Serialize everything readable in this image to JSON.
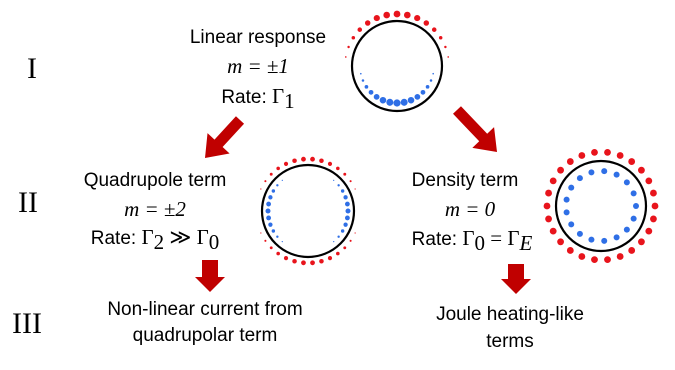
{
  "levels": {
    "I": "I",
    "II": "II",
    "III": "III"
  },
  "linear": {
    "title": "Linear response",
    "mode": "m = ±1",
    "rate_prefix": "Rate: ",
    "rate_symbol": "Γ",
    "rate_sub": "1"
  },
  "quadrupole": {
    "title": "Quadrupole term",
    "mode": "m = ±2",
    "rate_prefix": "Rate: ",
    "rate_a": "Γ",
    "rate_a_sub": "2",
    "rate_rel": " ≫ ",
    "rate_b": "Γ",
    "rate_b_sub": "0"
  },
  "density": {
    "title": "Density term",
    "mode": "m = 0",
    "rate_prefix": "Rate: ",
    "rate_a": "Γ",
    "rate_a_sub": "0",
    "rate_rel": " = ",
    "rate_b": "Γ",
    "rate_b_sub": "E"
  },
  "outcome_left": {
    "line1": "Non-linear current from",
    "line2": "quadrupolar term"
  },
  "outcome_right": {
    "line1": "Joule heating-like",
    "line2": "terms"
  },
  "colors": {
    "red": "#e8141c",
    "blue": "#2f6fe6",
    "arrow": "#c00000",
    "ring": "#000000"
  },
  "icons": [
    "arrow-icon",
    "ring-icon",
    "dot-icon"
  ]
}
